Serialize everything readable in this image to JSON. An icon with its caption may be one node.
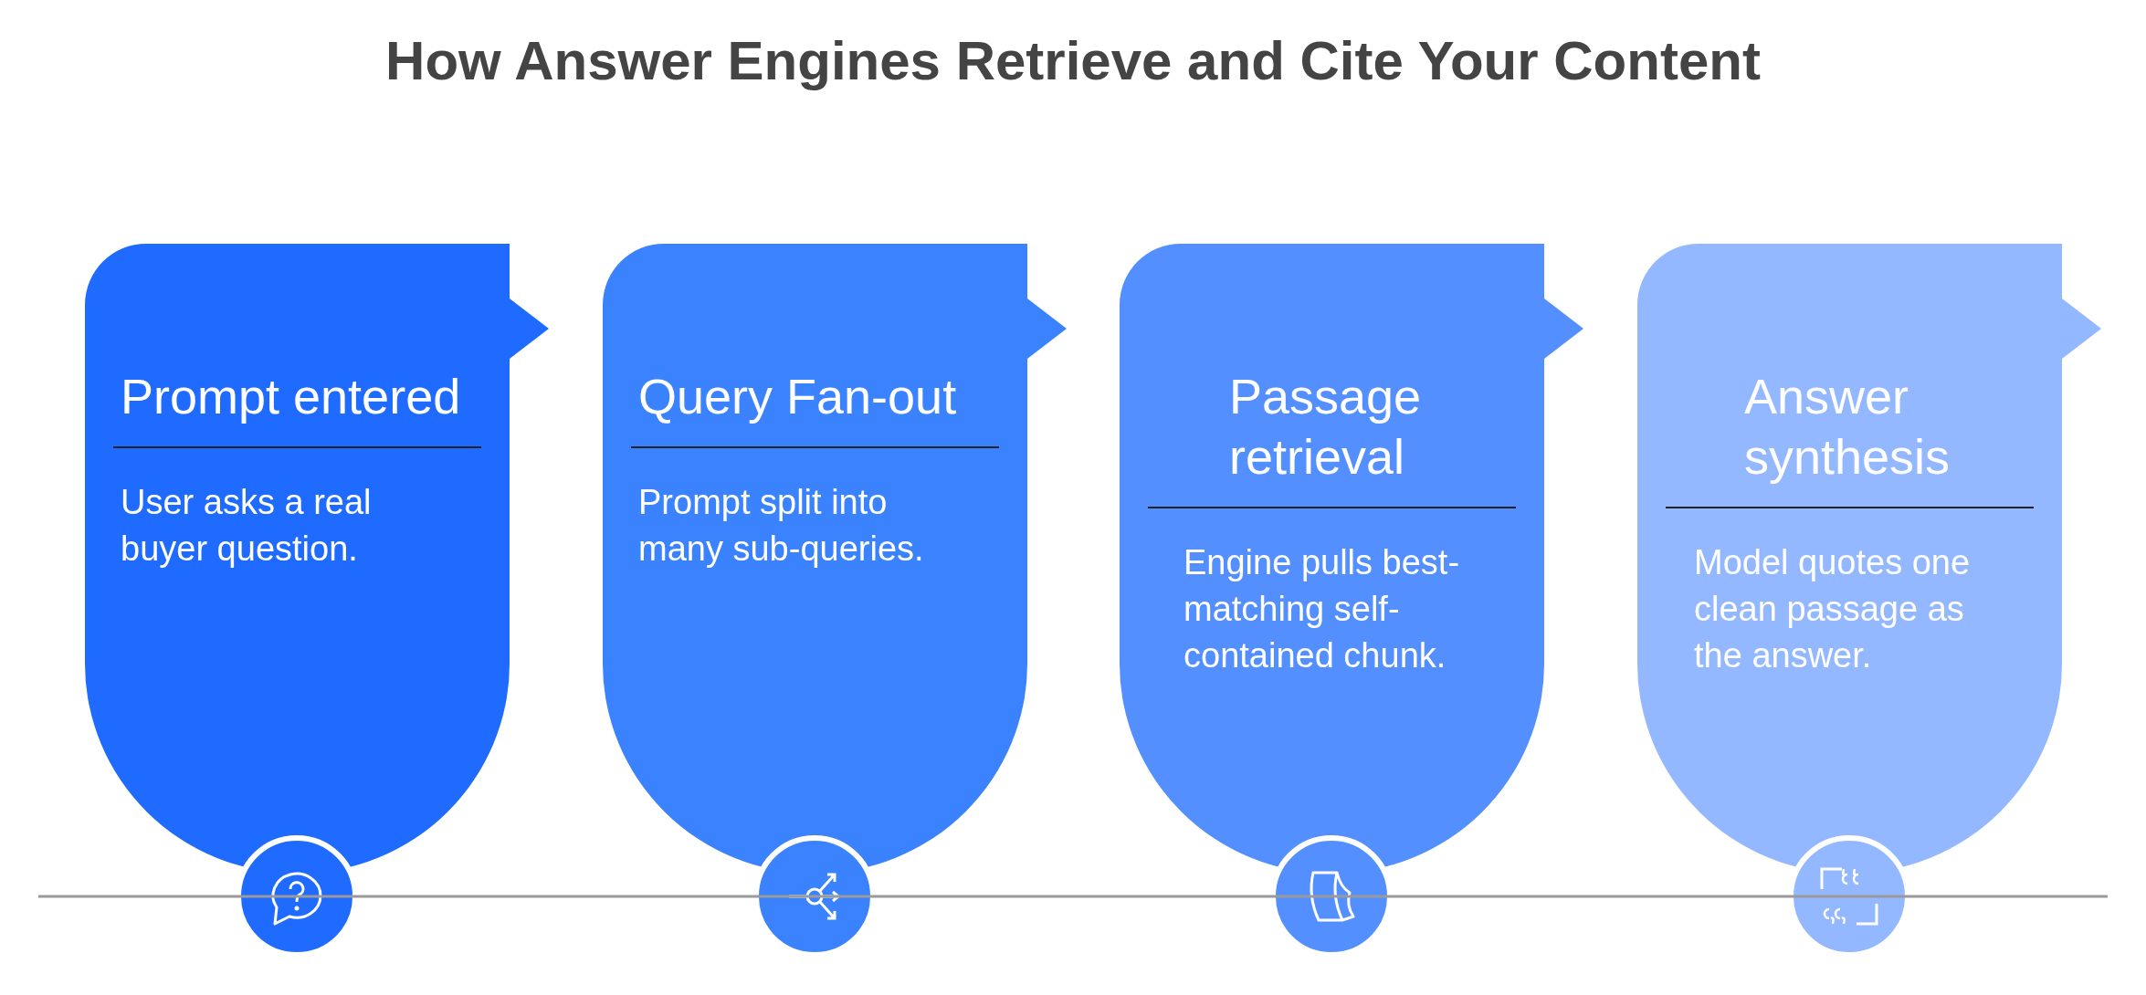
{
  "diagram": {
    "title": "How Answer Engines Retrieve and Cite Your Content",
    "nodes": [
      {
        "text": [
          "Prompt entered",
          "User asks a real buyer question."
        ]
      },
      {
        "text": [
          "Query Fan-out",
          "Prompt split into many sub-queries."
        ]
      },
      {
        "text": [
          "Passage retrieval",
          "Engine pulls best-matching self-contained chunk."
        ]
      },
      {
        "text": [
          "Answer synthesis",
          "Model quotes one clean passage as the answer."
        ]
      }
    ]
  }
}
